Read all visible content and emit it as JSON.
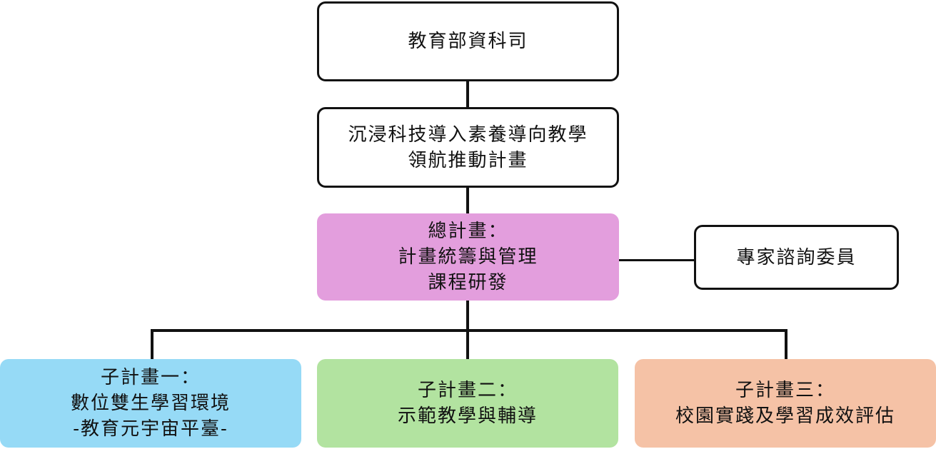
{
  "nodes": {
    "ministry": {
      "lines": [
        "教育部資科司"
      ]
    },
    "program": {
      "lines": [
        "沉浸科技導入素養導向教學",
        "領航推動計畫"
      ]
    },
    "main_plan": {
      "lines": [
        "總計畫：",
        "計畫統籌與管理",
        "課程研發"
      ],
      "fill": "#e39edd"
    },
    "advisory": {
      "lines": [
        "專家諮詢委員"
      ]
    },
    "sub1": {
      "lines": [
        "子計畫一：",
        "數位雙生學習環境",
        "-教育元宇宙平臺-"
      ],
      "fill": "#96daf6"
    },
    "sub2": {
      "lines": [
        "子計畫二：",
        "示範教學與輔導"
      ],
      "fill": "#b2e3a0"
    },
    "sub3": {
      "lines": [
        "子計畫三：",
        "校園實踐及學習成效評估"
      ],
      "fill": "#f5c2a6"
    }
  },
  "colors": {
    "line": "#111111",
    "border": "#111111"
  }
}
